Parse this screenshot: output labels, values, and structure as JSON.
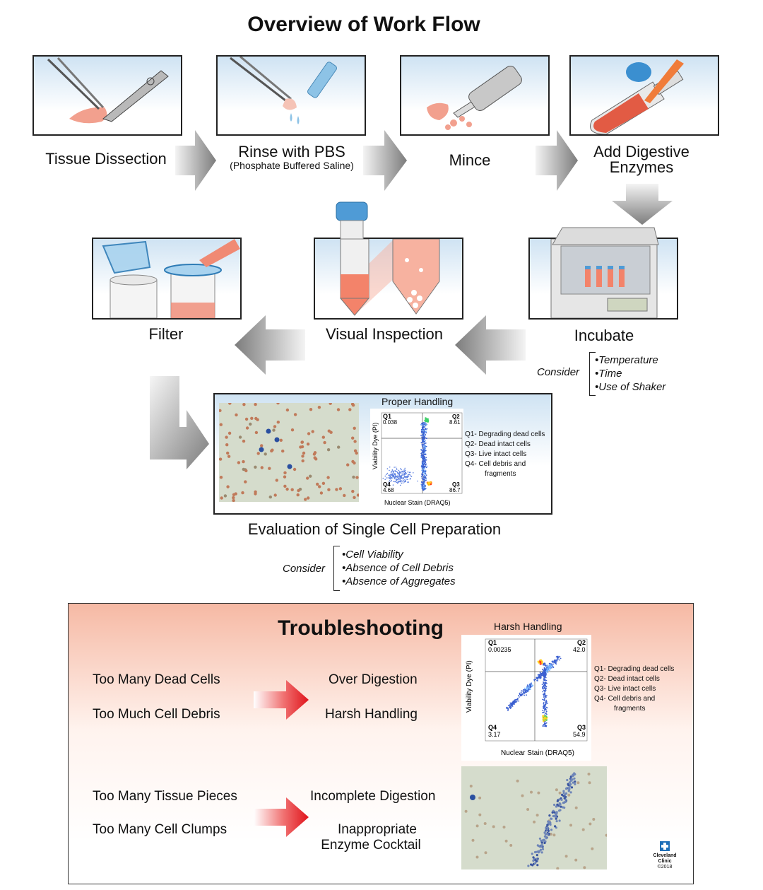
{
  "title": "Overview of Work Flow",
  "steps": {
    "tissue": "Tissue Dissection",
    "rinse": "Rinse with PBS",
    "rinse_sub": "(Phosphate Buffered Saline)",
    "mince": "Mince",
    "digest1": "Add Digestive",
    "digest2": "Enzymes",
    "filter": "Filter",
    "visual": "Visual Inspection",
    "incubate": "Incubate"
  },
  "incubate_consider": {
    "label": "Consider",
    "items": [
      "•Temperature",
      "•Time",
      "•Use of Shaker"
    ]
  },
  "evaluation": {
    "title": "Evaluation of Single Cell Preparation",
    "consider_label": "Consider",
    "items": [
      "•Cell Viability",
      "•Absence of Cell Debris",
      "•Absence of Aggregates"
    ]
  },
  "proper_plot": {
    "title": "Proper Handling",
    "xlabel": "Nuclear Stain (DRAQ5)",
    "ylabel": "Viability Dye (PI)",
    "q1": "Q1",
    "q1v": "0.038",
    "q2": "Q2",
    "q2v": "8.61",
    "q3": "Q3",
    "q3v": "86.7",
    "q4": "Q4",
    "q4v": "4.68"
  },
  "harsh_plot": {
    "title": "Harsh Handling",
    "xlabel": "Nuclear Stain (DRAQ5)",
    "ylabel": "Viability Dye (PI)",
    "q1": "Q1",
    "q1v": "0.00235",
    "q2": "Q2",
    "q2v": "42.0",
    "q3": "Q3",
    "q3v": "54.9",
    "q4": "Q4",
    "q4v": "3.17"
  },
  "quadrant_legend": [
    "Q1- Degrading dead cells",
    "Q2- Dead intact cells",
    "Q3- Live intact cells",
    "Q4- Cell debris and",
    "fragments"
  ],
  "troubleshooting": {
    "title": "Troubleshooting",
    "problems_a": [
      "Too Many Dead Cells",
      "Too Much Cell Debris"
    ],
    "causes_a": [
      "Over Digestion",
      "Harsh Handling"
    ],
    "problems_b": [
      "Too Many Tissue Pieces",
      "Too Many Cell Clumps"
    ],
    "causes_b": [
      "Incomplete Digestion",
      "Inappropriate",
      "Enzyme Cocktail"
    ]
  },
  "logo": {
    "line1": "Cleveland",
    "line2": "Clinic",
    "line3": "©2018"
  },
  "colors": {
    "arrow_gray": "#8a8a8a",
    "arrow_red": "#e0141b",
    "panel_blue": "#cfe3f3",
    "ts_peach": "#f6b9a4"
  }
}
